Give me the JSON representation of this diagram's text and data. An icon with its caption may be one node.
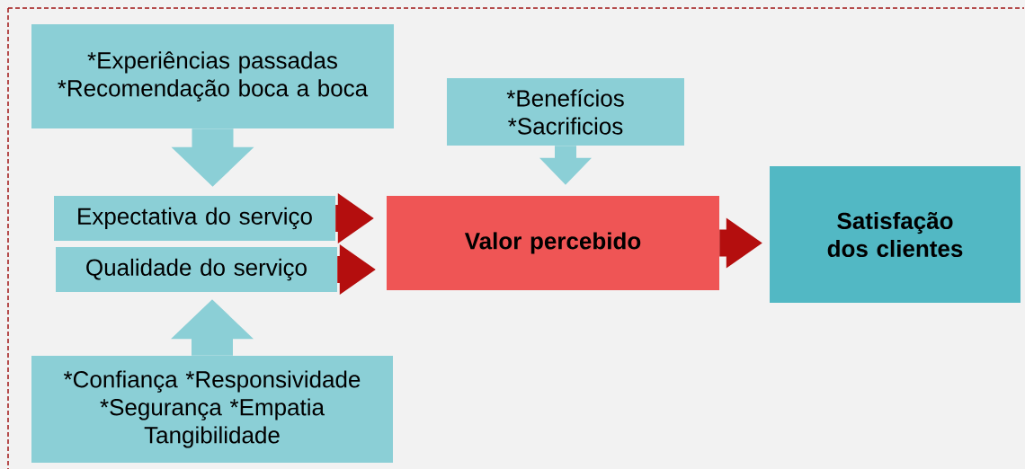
{
  "diagram": {
    "nodes": [
      {
        "text": [
          "*Experiências passadas *Recomendação boca a boca"
        ]
      },
      {
        "text": [
          "*Benefícios *Sacrificios"
        ]
      },
      {
        "text": [
          "Expectativa do serviço"
        ]
      },
      {
        "text": [
          "Qualidade do serviço"
        ]
      },
      {
        "text": [
          "Valor percebido"
        ]
      },
      {
        "text": [
          "Satisfação dos clientes"
        ]
      },
      {
        "text": [
          "*Confiança *Responsividade *Segurança *Empatia Tangibilidade"
        ]
      }
    ],
    "edges": [
      {
        "from": 0,
        "to": 2,
        "arrow": "to",
        "style": "thick",
        "color": "#8bcfd6"
      },
      {
        "from": 1,
        "to": 4,
        "arrow": "to",
        "style": "thick",
        "color": "#8bcfd6"
      },
      {
        "from": 6,
        "to": 3,
        "arrow": "to",
        "style": "thick",
        "color": "#8bcfd6"
      },
      {
        "from": 2,
        "to": 4,
        "arrow": "to",
        "style": "thick",
        "color": "#b40e0e"
      },
      {
        "from": 3,
        "to": 4,
        "arrow": "to",
        "style": "thick",
        "color": "#b40e0e"
      },
      {
        "from": 4,
        "to": 5,
        "arrow": "to",
        "style": "thick",
        "color": "#b40e0e"
      }
    ]
  }
}
